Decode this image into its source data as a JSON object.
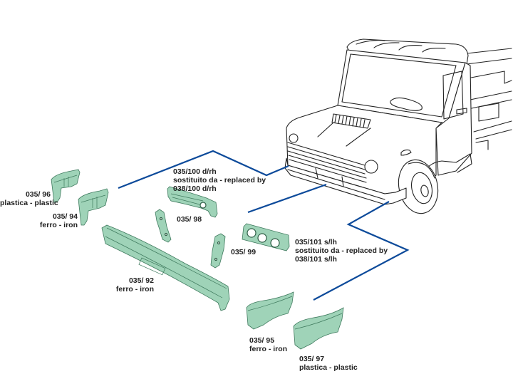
{
  "diagram": {
    "subject": "front bumper parts exploded view",
    "accent_colors": {
      "part_fill": "#9fd3b8",
      "leader_line": "#0c4a9a",
      "outline": "#222222"
    }
  },
  "parts": [
    {
      "id": "p96",
      "code": "035/  96",
      "lines": [
        "plastica - plastic"
      ]
    },
    {
      "id": "p94",
      "code": "035/  94",
      "lines": [
        "ferro - iron"
      ]
    },
    {
      "id": "p100",
      "code": "035/100 d/rh",
      "lines": [
        "sostituito da - replaced by",
        "038/100 d/rh"
      ]
    },
    {
      "id": "p98",
      "code": "035/ 98",
      "lines": []
    },
    {
      "id": "p99",
      "code": "035/ 99",
      "lines": []
    },
    {
      "id": "p101",
      "code": "035/101 s/lh",
      "lines": [
        "sostituito da - replaced by",
        "038/101 s/lh"
      ]
    },
    {
      "id": "p92",
      "code": "035/ 92",
      "lines": [
        "ferro - iron"
      ]
    },
    {
      "id": "p95",
      "code": "035/  95",
      "lines": [
        "ferro - iron"
      ]
    },
    {
      "id": "p97",
      "code": "035/  97",
      "lines": [
        "plastica - plastic"
      ]
    }
  ]
}
